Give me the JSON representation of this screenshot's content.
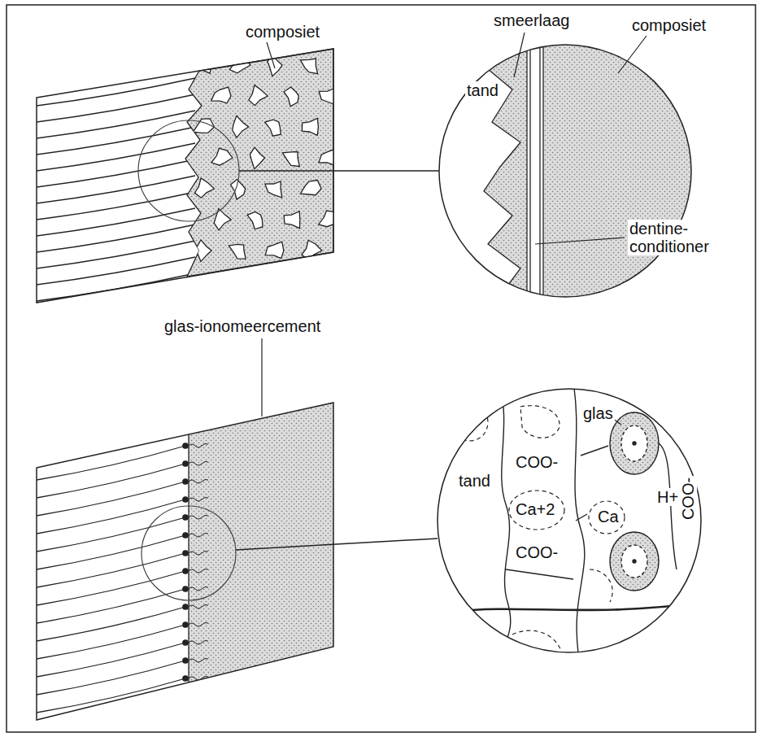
{
  "diagram": {
    "labels": [
      "composiet",
      "smeerlaag",
      "composiet",
      "tand",
      "dentine-conditioner",
      "glas-ionomeercement",
      "glas",
      "tand",
      "COO-",
      "Ca+2",
      "H+",
      "Ca",
      "COO-",
      "COO-"
    ]
  }
}
